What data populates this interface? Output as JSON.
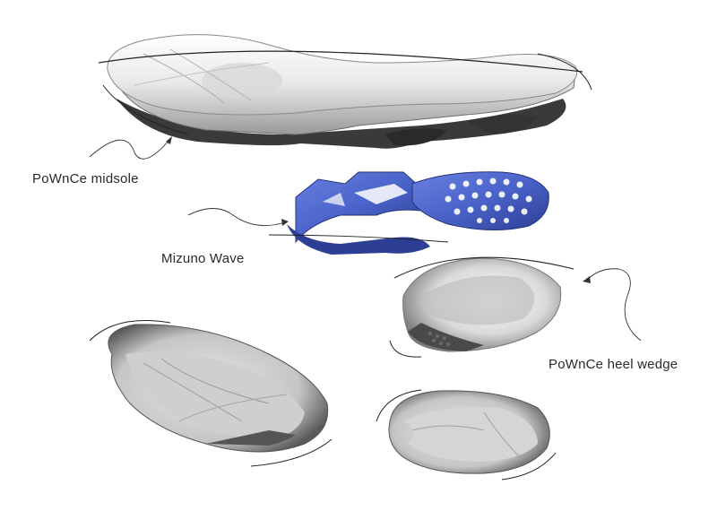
{
  "labels": {
    "midsole": "PoWnCe midsole",
    "wave": "Mizuno Wave",
    "heel_wedge": "PoWnCe heel wedge"
  },
  "colors": {
    "wave_blue": "#4a63c9",
    "wave_blue_dark": "#2d3f94",
    "foam_light": "#f1f1f1",
    "foam_mid": "#c8c8c8",
    "foam_dark": "#555555",
    "sketch_line": "#222222"
  }
}
